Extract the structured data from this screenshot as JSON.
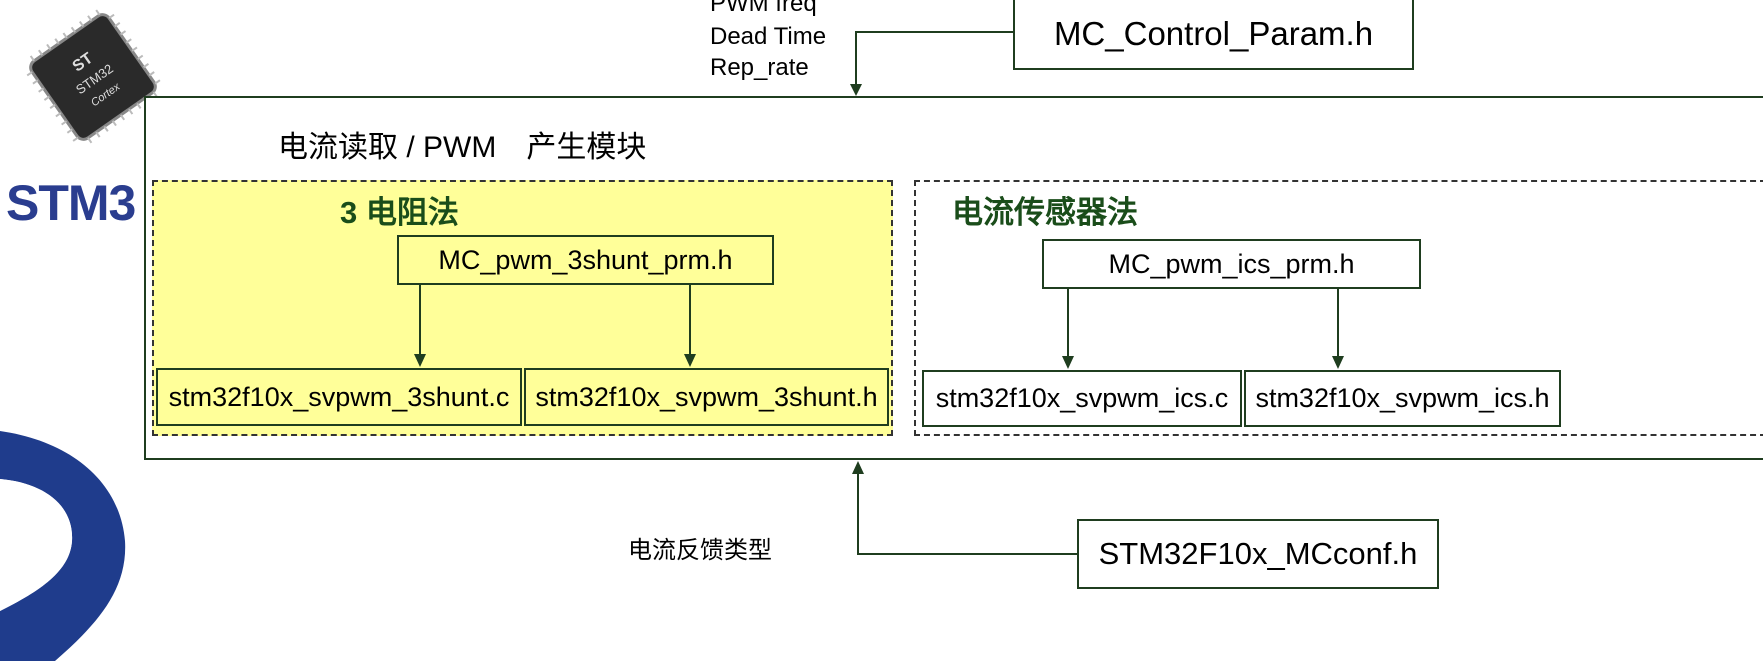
{
  "logo": {
    "chip_lines": [
      "ST",
      "STM32",
      "Cortex"
    ],
    "brand_text": "STM3"
  },
  "top_labels": {
    "pwm_freq": "PWM freq",
    "dead_time": "Dead Time",
    "rep_rate": "Rep_rate"
  },
  "top_file": "MC_Control_Param.h",
  "module": {
    "title": "电流读取 / PWM　产生模块",
    "left": {
      "title": "3 电阻法",
      "param_file": "MC_pwm_3shunt_prm.h",
      "source_file": "stm32f10x_svpwm_3shunt.c",
      "header_file": "stm32f10x_svpwm_3shunt.h"
    },
    "right": {
      "title": "电流传感器法",
      "param_file": "MC_pwm_ics_prm.h",
      "source_file": "stm32f10x_svpwm_ics.c",
      "header_file": "stm32f10x_svpwm_ics.h"
    }
  },
  "bottom": {
    "label": "电流反馈类型",
    "file": "STM32F10x_MCconf.h"
  },
  "colors": {
    "line": "#1f3d1f",
    "yellow_section": "#ffff99",
    "brand_blue": "#2a3d8f"
  }
}
